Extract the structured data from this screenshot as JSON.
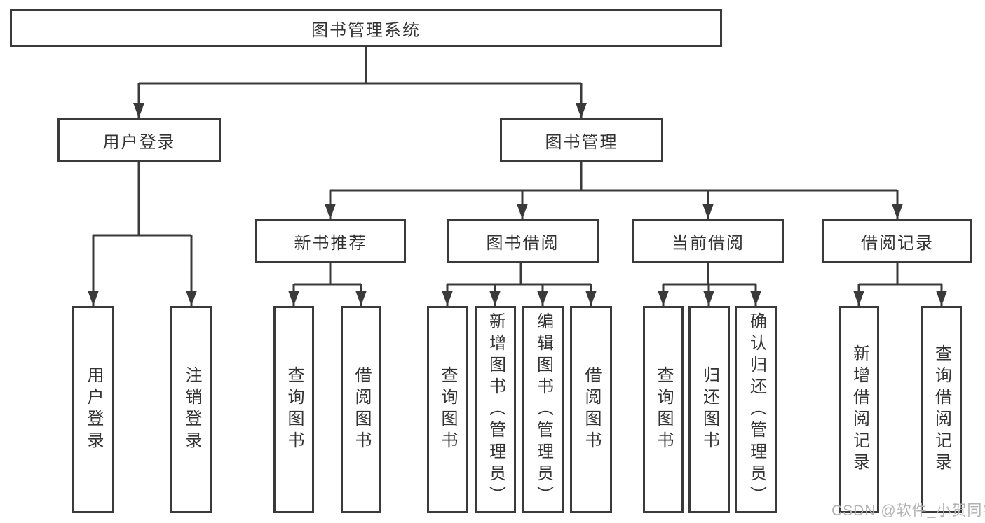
{
  "tree": {
    "root": {
      "label": "图书管理系统"
    },
    "user_login": {
      "label": "用户登录",
      "children": [
        {
          "label": "用户登录"
        },
        {
          "label": "注销登录"
        }
      ]
    },
    "book_management": {
      "label": "图书管理",
      "groups": [
        {
          "label": "新书推荐",
          "children": [
            {
              "label": "查询图书"
            },
            {
              "label": "借阅图书"
            }
          ]
        },
        {
          "label": "图书借阅",
          "children": [
            {
              "label": "查询图书"
            },
            {
              "label": "新增图书（管理员）"
            },
            {
              "label": "编辑图书（管理员）"
            },
            {
              "label": "借阅图书"
            }
          ]
        },
        {
          "label": "当前借阅",
          "children": [
            {
              "label": "查询图书"
            },
            {
              "label": "归还图书"
            },
            {
              "label": "确认归还（管理员）"
            }
          ]
        },
        {
          "label": "借阅记录",
          "children": [
            {
              "label": "新增借阅记录"
            },
            {
              "label": "查询借阅记录"
            }
          ]
        }
      ]
    }
  },
  "watermark": {
    "text": "CSDN @软件_小贺同学"
  },
  "colors": {
    "line": "#3a3a3a",
    "text": "#333333",
    "watermark": "#b2b2b2",
    "background": "#ffffff"
  }
}
